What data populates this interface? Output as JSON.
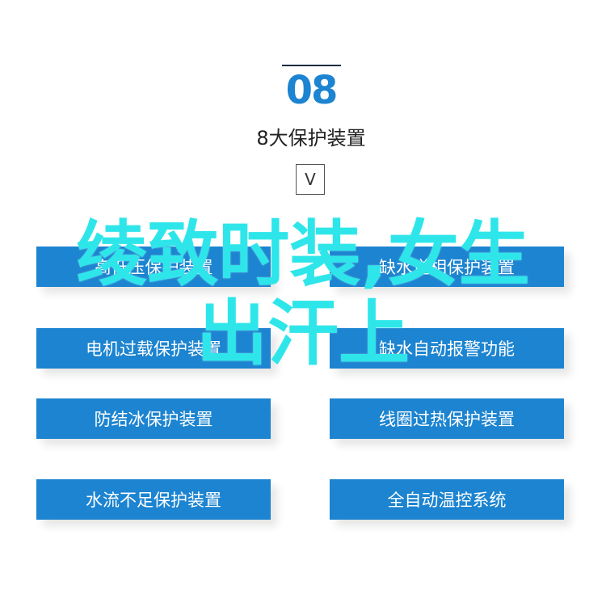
{
  "header": {
    "number": "08",
    "title": "8大保护装置",
    "toggle_label": "V"
  },
  "overlay": {
    "line1": "绫致时装,女生",
    "line2": "出汗上"
  },
  "features": {
    "left": [
      "高低压保护装置",
      "电机过载保护装置",
      "防结冰保护装置",
      "水流不足保护装置"
    ],
    "right": [
      "缺水逆相保护装置",
      "缺水自动报警功能",
      "线圈过热保护装置",
      "全自动温控系统"
    ]
  },
  "colors": {
    "accent": "#1c84d0",
    "overlay_text": "#2ee6ea"
  }
}
